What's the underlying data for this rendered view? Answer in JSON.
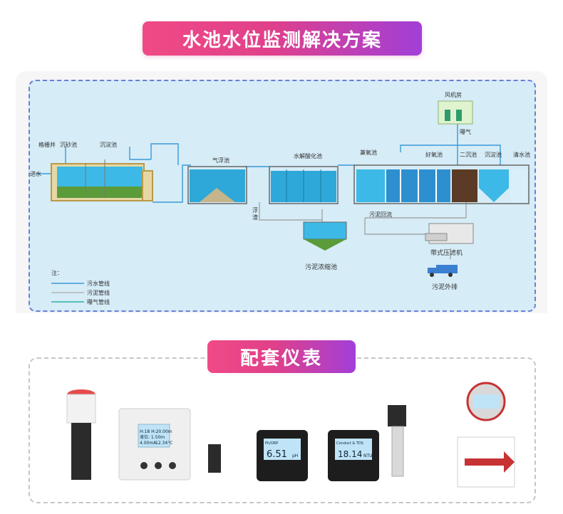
{
  "page": {
    "title": "水池水位监测解决方案",
    "section_title": "配套仪表"
  },
  "diagram": {
    "labels": {
      "grille_well": "格栅井",
      "grit_tank": "沉砂池",
      "settling_tank_1": "沉淀池",
      "inlet": "进水",
      "air_flotation": "气浮池",
      "hydrolysis": "水解酸化池",
      "anoxic": "兼氧池",
      "aerobic": "好氧池",
      "secondary_settling": "二沉池",
      "settling_tank_2": "沉淀池",
      "clear_water": "清水池",
      "blower_room": "风机房",
      "aeration": "曝气",
      "scum_1": "浮",
      "scum_2": "渣",
      "sludge_return": "污泥回流",
      "sludge_thickener": "污泥浓缩池",
      "filter_press": "带式压滤机",
      "sludge_out": "污泥外排"
    },
    "legend": {
      "note": "注：",
      "items": [
        {
          "label": "污水管线",
          "color": "#3a9ad6"
        },
        {
          "label": "污泥管线",
          "color": "#b5b5b5"
        },
        {
          "label": "曝气管线",
          "color": "#2bb3a4"
        }
      ]
    }
  },
  "devices": {
    "controller_screen": {
      "line1": "H:18 H:20.00m",
      "line2": "液位: 1.50m",
      "line3": "4.00mA",
      "line4": "12.34°C"
    },
    "ph_meter": {
      "value": "6.51",
      "unit": "pH",
      "header": "Ph/ORP"
    },
    "conductivity_meter": {
      "value": "18.14",
      "unit": "NTU",
      "header": "Conduct & TDS"
    }
  },
  "colors": {
    "accent_pink": "#f04a86",
    "accent_purple": "#a13fd8",
    "diagram_bg": "#d6ecf7",
    "water": "#3cb9e6",
    "sludge": "#5b9b3a"
  }
}
